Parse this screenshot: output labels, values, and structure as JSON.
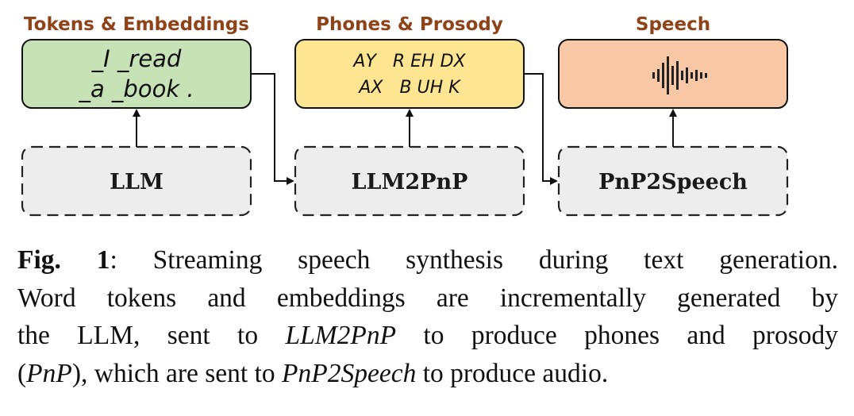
{
  "columns": {
    "tokens": {
      "title": "Tokens & Embeddings",
      "line1": "_I _read",
      "line2": "_a _book ."
    },
    "phones": {
      "title": "Phones & Prosody",
      "line1": "AY   R EH DX",
      "line2": "AX   B UH K"
    },
    "speech": {
      "title": "Speech",
      "icon": "audio-waveform-icon"
    }
  },
  "models": {
    "llm": "LLM",
    "llm2pnp": "LLM2PnP",
    "pnp2speech": "PnP2Speech"
  },
  "colors": {
    "title": "#8f4318",
    "tokens_fill": "#c7e2b7",
    "phones_fill": "#fde592",
    "speech_fill": "#f8c8a6",
    "model_fill": "#ededed"
  },
  "caption": {
    "label": "Fig. 1",
    "line1_text": ":  Streaming speech synthesis during text generation.",
    "line2_text": "Word tokens and embeddings are incrementally generated by",
    "line3_a": "the LLM, sent to ",
    "line3_italic": "LLM2PnP",
    "line3_b": " to produce phones and prosody",
    "line4_a": "(",
    "line4_italic1": "PnP",
    "line4_b": "), which are sent to ",
    "line4_italic2": "PnP2Speech",
    "line4_c": " to produce audio."
  }
}
